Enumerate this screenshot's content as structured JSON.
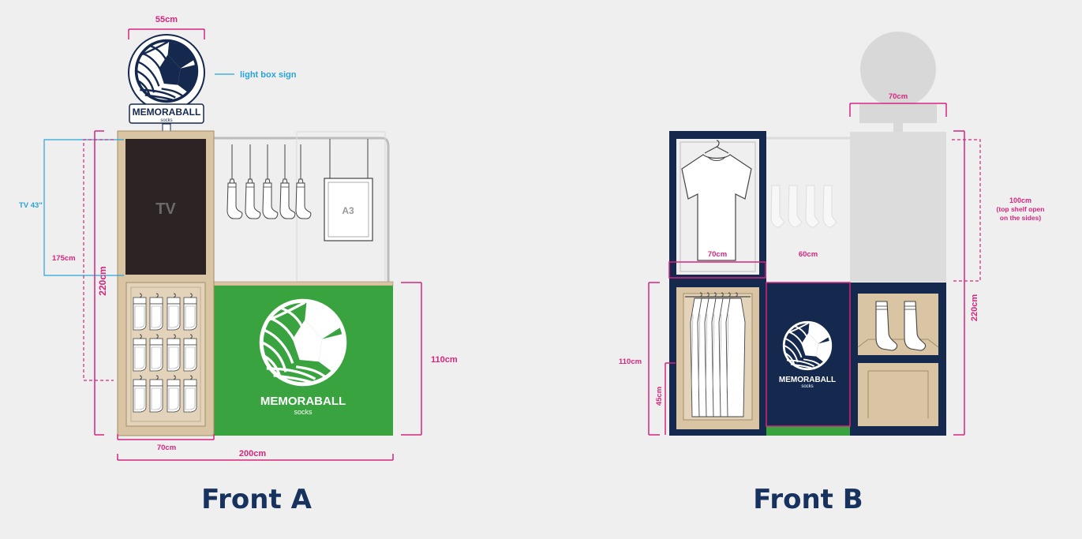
{
  "colors": {
    "navy": "#15294f",
    "wood": "#d9c4a3",
    "green": "#38a33f",
    "magenta": "#d6267e",
    "cyan": "#2aa3d8",
    "tv": "#2c2424",
    "ghost": "#d8d8d8"
  },
  "brand": {
    "name": "MEMORABALL",
    "sub": "socks"
  },
  "front_a": {
    "title": "Front A",
    "tv_label": "TV",
    "frame_label": "A3",
    "callouts": {
      "sign": "light box sign",
      "tv": "TV 43\""
    },
    "dims": {
      "sign_width": "55cm",
      "tv_height": "175cm",
      "total_height": "220cm",
      "counter_height": "110cm",
      "cabinet_width": "70cm",
      "total_width": "200cm"
    }
  },
  "front_b": {
    "title": "Front B",
    "dims": {
      "top_width": "70cm",
      "left_width": "70cm",
      "mid_width": "60cm",
      "top_shelf": "100cm",
      "top_shelf_note_1": "(top shelf open",
      "top_shelf_note_2": "on the sides)",
      "total_height": "220cm",
      "counter_height": "110cm",
      "lower_height": "45cm"
    }
  }
}
